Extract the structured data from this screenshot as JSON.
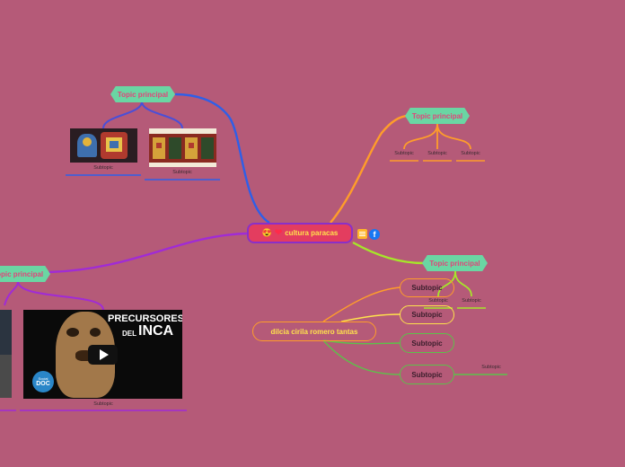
{
  "central": {
    "label": "cultura paracas",
    "emoji_icon": "heart-eyes-icon",
    "heart_icon": "heart-icon"
  },
  "central_icons": [
    "note-icon",
    "facebook-icon"
  ],
  "topics": {
    "top_left": {
      "label": "Topic principal",
      "subtopics": [
        "Subtopic",
        "Subtopic"
      ]
    },
    "top_right": {
      "label": "Topic principal",
      "subtopics": [
        "Subtopic",
        "Subtopic",
        "Subtopic"
      ]
    },
    "right": {
      "label": "Topic principal",
      "subtopics": [
        "Subtopic",
        "Subtopic"
      ]
    },
    "left": {
      "label": "Topic principal",
      "subtopics": [
        "Subtopic"
      ]
    }
  },
  "floating": {
    "label": "dilcia cirila romero tantas",
    "subtopics": [
      "Subtopic",
      "Subtopic",
      "Subtopic",
      "Subtopic"
    ],
    "extra_subtopic": "Subtopic"
  },
  "video": {
    "title_line1": "PRECURSORES",
    "title_line2_small": "DEL",
    "title_line2_big": "INCA",
    "badge_line1": "Social",
    "badge_line2": "DOC"
  },
  "colors": {
    "background": "#b55a78",
    "hex_fill": "#6ad6a3",
    "hex_text": "#e0447a",
    "blue": "#2e5fe8",
    "orange": "#ff9d2a",
    "lime": "#a6e62a",
    "purple": "#a02bd6",
    "yellow": "#ffe34c",
    "green": "#5cc24a"
  }
}
